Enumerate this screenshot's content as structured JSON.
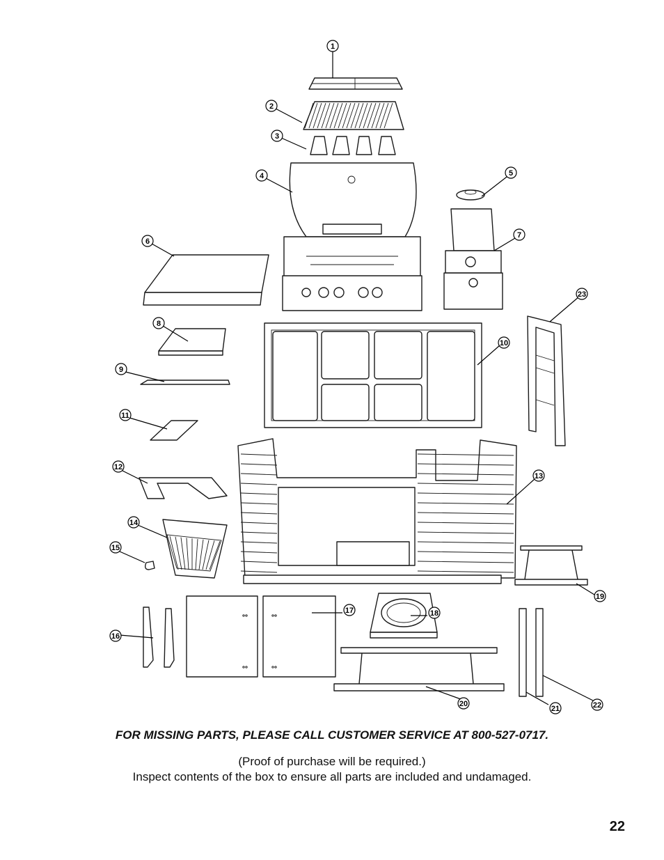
{
  "callouts": [
    {
      "id": 1,
      "label": "1"
    },
    {
      "id": 2,
      "label": "2"
    },
    {
      "id": 3,
      "label": "3"
    },
    {
      "id": 4,
      "label": "4"
    },
    {
      "id": 5,
      "label": "5"
    },
    {
      "id": 6,
      "label": "6"
    },
    {
      "id": 7,
      "label": "7"
    },
    {
      "id": 8,
      "label": "8"
    },
    {
      "id": 9,
      "label": "9"
    },
    {
      "id": 10,
      "label": "10"
    },
    {
      "id": 11,
      "label": "11"
    },
    {
      "id": 12,
      "label": "12"
    },
    {
      "id": 13,
      "label": "13"
    },
    {
      "id": 14,
      "label": "14"
    },
    {
      "id": 15,
      "label": "15"
    },
    {
      "id": 16,
      "label": "16"
    },
    {
      "id": 17,
      "label": "17"
    },
    {
      "id": 18,
      "label": "18"
    },
    {
      "id": 19,
      "label": "19"
    },
    {
      "id": 20,
      "label": "20"
    },
    {
      "id": 21,
      "label": "21"
    },
    {
      "id": 22,
      "label": "22"
    },
    {
      "id": 23,
      "label": "23"
    }
  ],
  "notice": "FOR MISSING PARTS, PLEASE CALL CUSTOMER SERVICE AT 800-527-0717.",
  "subtext_1": "(Proof of purchase will be required.)",
  "subtext_2": "Inspect contents of the box to ensure all parts are included and undamaged.",
  "page_number": "22"
}
